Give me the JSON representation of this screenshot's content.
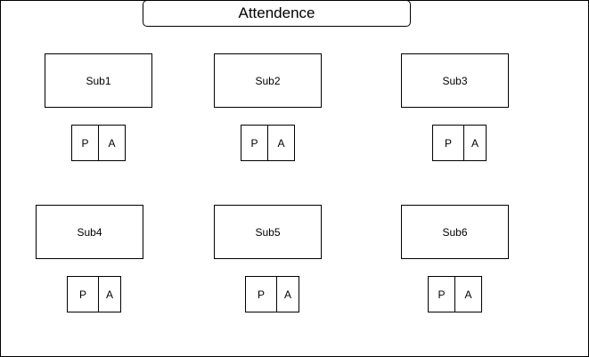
{
  "title": "Attendence",
  "subjects": [
    {
      "name": "Sub1",
      "present": "P",
      "absent": "A"
    },
    {
      "name": "Sub2",
      "present": "P",
      "absent": "A"
    },
    {
      "name": "Sub3",
      "present": "P",
      "absent": "A"
    },
    {
      "name": "Sub4",
      "present": "P",
      "absent": "A"
    },
    {
      "name": "Sub5",
      "present": "P",
      "absent": "A"
    },
    {
      "name": "Sub6",
      "present": "P",
      "absent": "A"
    }
  ]
}
